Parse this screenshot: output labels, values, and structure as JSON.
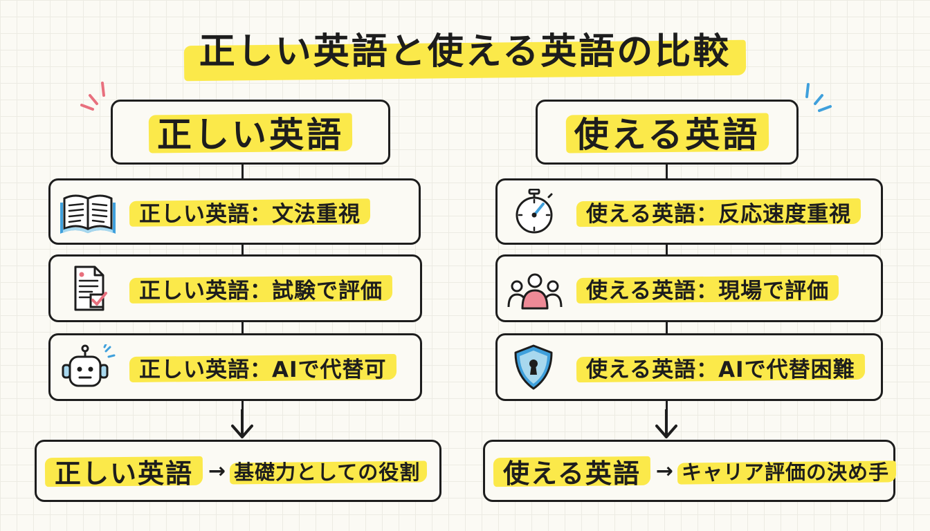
{
  "title": "正しい英語と使える英語の比較",
  "left": {
    "heading": "正しい英語",
    "items": [
      {
        "text": "正しい英語：文法重視",
        "icon": "open-book-icon"
      },
      {
        "text": "正しい英語：試験で評価",
        "icon": "exam-sheet-icon"
      },
      {
        "text": "正しい英語：AIで代替可",
        "icon": "robot-icon"
      }
    ],
    "result_main": "正しい英語",
    "result_arrow": "→",
    "result_sub": "基礎力としての役割"
  },
  "right": {
    "heading": "使える英語",
    "items": [
      {
        "text": "使える英語：反応速度重視",
        "icon": "stopwatch-icon"
      },
      {
        "text": "使える英語：現場で評価",
        "icon": "people-icon"
      },
      {
        "text": "使える英語：AIで代替困難",
        "icon": "shield-lock-icon"
      }
    ],
    "result_main": "使える英語",
    "result_arrow": "→",
    "result_sub": "キャリア評価の決め手"
  },
  "colors": {
    "highlight": "#fbe94a",
    "ink": "#1d1d1d",
    "accent_pink": "#e8707e",
    "accent_blue": "#3fa0dc",
    "book_blue": "#a8d8ee"
  }
}
